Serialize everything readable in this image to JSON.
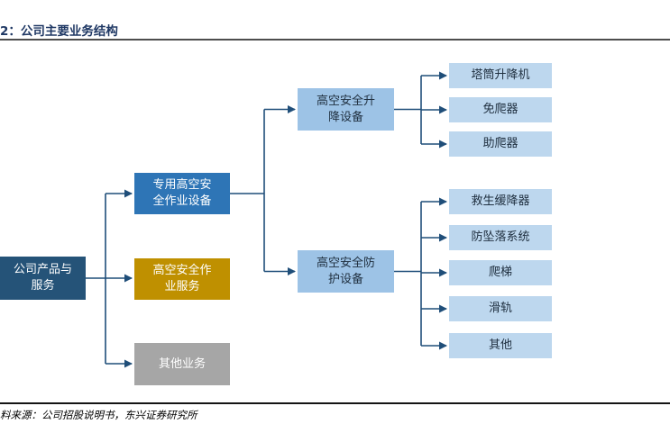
{
  "figure": {
    "title": "2：公司主要业务结构",
    "source_note": "料来源：公司招股说明书，东兴证券研究所"
  },
  "colors": {
    "title_text": "#1F3864",
    "title_rule": "#4d4d4d",
    "root_box": "#255378",
    "equipment_box": "#2E75B6",
    "service_box": "#BF9000",
    "other_box": "#A6A6A6",
    "level3_box": "#9DC3E6",
    "level4_box": "#BDD7EE",
    "connector": "#1F4E79",
    "box_text_light": "#ffffff",
    "box_text_dark": "#203040"
  },
  "diagram": {
    "root": {
      "label": "公司产品与\n服务"
    },
    "branches": [
      {
        "label": "专用高空安\n全作业设备"
      },
      {
        "label": "高空安全作\n业服务"
      },
      {
        "label": "其他业务"
      }
    ],
    "sub_branches": [
      {
        "label": "高空安全升\n降设备"
      },
      {
        "label": "高空安全防\n护设备"
      }
    ],
    "lifting_products": [
      {
        "label": "塔筒升降机"
      },
      {
        "label": "免爬器"
      },
      {
        "label": "助爬器"
      }
    ],
    "protection_products": [
      {
        "label": "救生缓降器"
      },
      {
        "label": "防坠落系统"
      },
      {
        "label": "爬梯"
      },
      {
        "label": "滑轨"
      },
      {
        "label": "其他"
      }
    ]
  }
}
